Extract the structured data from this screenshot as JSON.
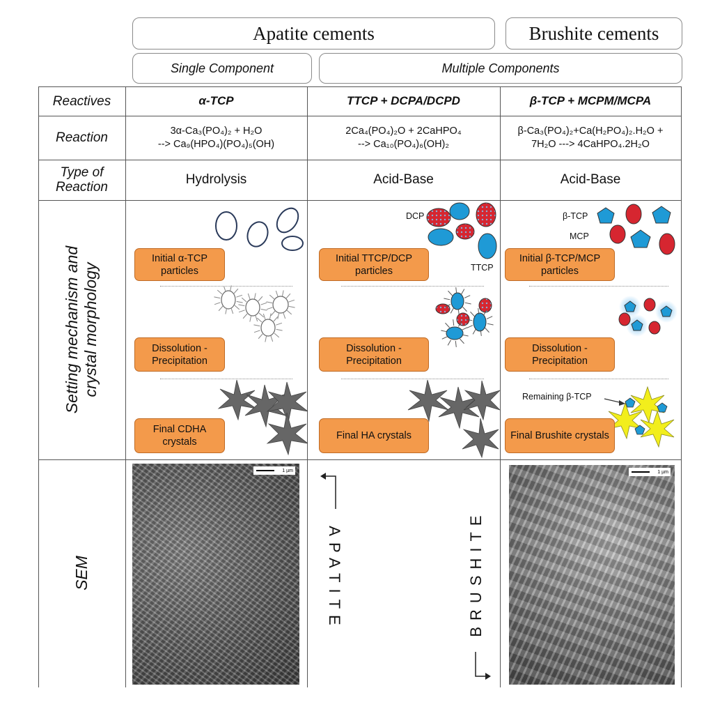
{
  "headers": {
    "apatite": "Apatite cements",
    "brushite": "Brushite cements",
    "single": "Single Component",
    "multiple": "Multiple Components"
  },
  "row_labels": {
    "reactives": "Reactives",
    "reaction": "Reaction",
    "type_line1": "Type of",
    "type_line2": "Reaction",
    "setting_line1": "Setting mechanism and",
    "setting_line2": "crystal morphology",
    "sem": "SEM"
  },
  "columns": [
    {
      "reactives": "α-TCP",
      "reaction_line1": "3α-Ca₃(PO₄)₂ + H₂O",
      "reaction_line2": "--> Ca₉(HPO₄)(PO₄)₅(OH)",
      "type": "Hydrolysis",
      "stage1": "Initial α-TCP particles",
      "stage2": "Dissolution - Precipitation",
      "stage3": "Final CDHA crystals"
    },
    {
      "reactives": "TTCP + DCPA/DCPD",
      "reaction_line1": "2Ca₄(PO₄)₂O + 2CaHPO₄",
      "reaction_line2": "--> Ca₁₀(PO₄)₆(OH)₂",
      "type": "Acid-Base",
      "stage1": "Initial TTCP/DCP particles",
      "stage2": "Dissolution - Precipitation",
      "stage3": "Final HA crystals",
      "label_dcp": "DCP",
      "label_ttcp": "TTCP"
    },
    {
      "reactives": "β-TCP + MCPM/MCPA",
      "reaction_line1": "β-Ca₃(PO₄)₂+Ca(H₂PO₄)₂.H₂O +",
      "reaction_line2": "7H₂O ---> 4CaHPO₄.2H₂O",
      "type": "Acid-Base",
      "stage1": "Initial β-TCP/MCP particles",
      "stage2": "Dissolution - Precipitation",
      "stage3": "Final Brushite crystals",
      "label_btcp": "β-TCP",
      "label_mcp": "MCP",
      "label_remaining": "Remaining β-TCP"
    }
  ],
  "scale_bar": "1 µm",
  "arrows": {
    "apatite": "APATITE",
    "brushite": "BRUSHITE"
  },
  "colors": {
    "stage_box": "#f39a4b",
    "ttcp_blue": "#1f9ad6",
    "dcp_red": "#d62630",
    "brushite_yellow": "#f2ee1c"
  }
}
